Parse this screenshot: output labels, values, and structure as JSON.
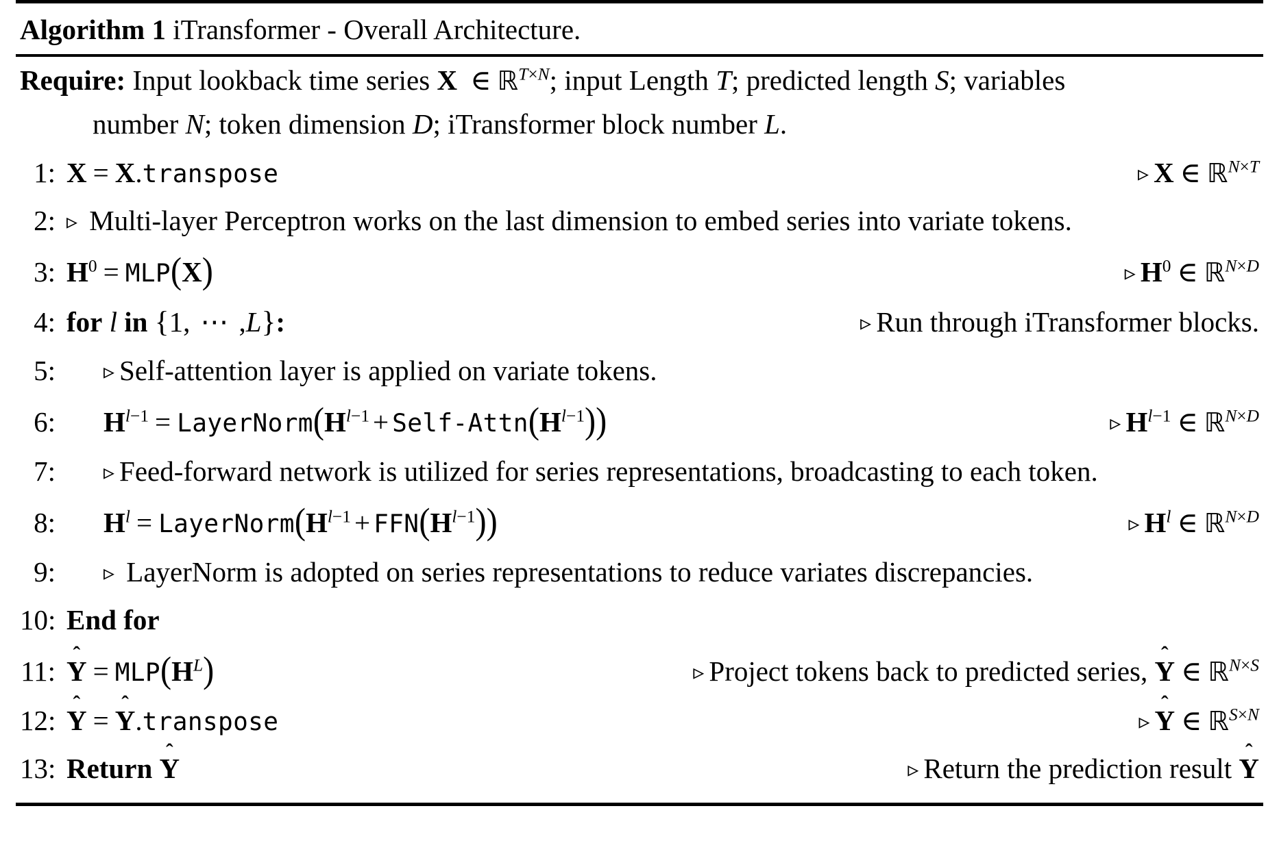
{
  "algorithm": {
    "caption_keyword": "Algorithm 1",
    "caption_title": "iTransformer - Overall Architecture.",
    "require_keyword": "Require:",
    "require_text_part1": "Input lookback time series",
    "require_text_part2": "; input Length",
    "require_text_part3": "; predicted length",
    "require_text_part4": "; variables",
    "require_text_part5": "number",
    "require_text_part6": "; token dimension",
    "require_text_part7": "; iTransformer block number",
    "require_text_part8": ".",
    "symbols": {
      "X": "X",
      "Y": "Y",
      "H": "H",
      "R": "ℝ",
      "in": "∈",
      "equals": "=",
      "plus": "+",
      "times": "×",
      "triangle": "▹",
      "hat": "ˆ",
      "T": "T",
      "N": "N",
      "S": "S",
      "D": "D",
      "L": "L",
      "l": "l",
      "dots": "⋯",
      "lbrace": "{",
      "rbrace": "}",
      "lparen": "(",
      "rparen": ")",
      "dot": ".",
      "colon": ":",
      "comma": ",",
      "one": "1",
      "zero": "0",
      "minus": "−"
    },
    "functions": {
      "transpose": "transpose",
      "mlp": "MLP",
      "layernorm": "LayerNorm",
      "selfattn": "Self-Attn",
      "ffn": "FFN"
    },
    "steps": [
      {
        "num": "1:",
        "kind": "code",
        "text": "X = X.transpose",
        "comment": "X ∈ ℝ^{N×T}"
      },
      {
        "num": "2:",
        "kind": "comment",
        "text": "Multi-layer Perceptron works on the last dimension to embed series into variate tokens.",
        "comment": ""
      },
      {
        "num": "3:",
        "kind": "code",
        "text": "H^0 = MLP(X)",
        "comment": "H^0 ∈ ℝ^{N×D}"
      },
      {
        "num": "4:",
        "kind": "code",
        "text": "for l in {1, ⋯ , L}:",
        "comment": "Run through iTransformer blocks."
      },
      {
        "num": "5:",
        "kind": "comment",
        "text": "Self-attention layer is applied on variate tokens.",
        "comment": ""
      },
      {
        "num": "6:",
        "kind": "code",
        "text": "H^{l−1} = LayerNorm(H^{l−1} + Self-Attn(H^{l−1}))",
        "comment": "H^{l−1} ∈ ℝ^{N×D}"
      },
      {
        "num": "7:",
        "kind": "comment",
        "text": "Feed-forward network is utilized for series representations, broadcasting to each token.",
        "comment": ""
      },
      {
        "num": "8:",
        "kind": "code",
        "text": "H^l = LayerNorm(H^{l−1} + FFN(H^{l−1}))",
        "comment": "H^l ∈ ℝ^{N×D}"
      },
      {
        "num": "9:",
        "kind": "comment",
        "text": "LayerNorm is adopted on series representations to reduce variates discrepancies.",
        "comment": ""
      },
      {
        "num": "10:",
        "kind": "keyword",
        "text": "End for",
        "comment": ""
      },
      {
        "num": "11:",
        "kind": "code",
        "text": "Ŷ = MLP(H^L)",
        "comment": "Project tokens back to predicted series, Ŷ ∈ ℝ^{N×S}"
      },
      {
        "num": "12:",
        "kind": "code",
        "text": "Ŷ = Ŷ.transpose",
        "comment": "Ŷ ∈ ℝ^{S×N}"
      },
      {
        "num": "13:",
        "kind": "keyword",
        "text": "Return Ŷ",
        "comment": "Return the prediction result Ŷ"
      }
    ],
    "step_labels": {
      "s2_text": "Multi-layer Perceptron works on the last dimension to embed series into variate tokens.",
      "s4_for": "for",
      "s4_in": "in",
      "s4_comment": "Run through iTransformer blocks.",
      "s5_text": "Self-attention layer is applied on variate tokens.",
      "s7_text": "Feed-forward network is utilized for series representations, broadcasting to each token.",
      "s9_text": "LayerNorm is adopted on series representations to reduce variates discrepancies.",
      "s10_text": "End for",
      "s11_comment": "Project tokens back to predicted series,",
      "s13_return": "Return",
      "s13_comment": "Return the prediction result"
    }
  }
}
